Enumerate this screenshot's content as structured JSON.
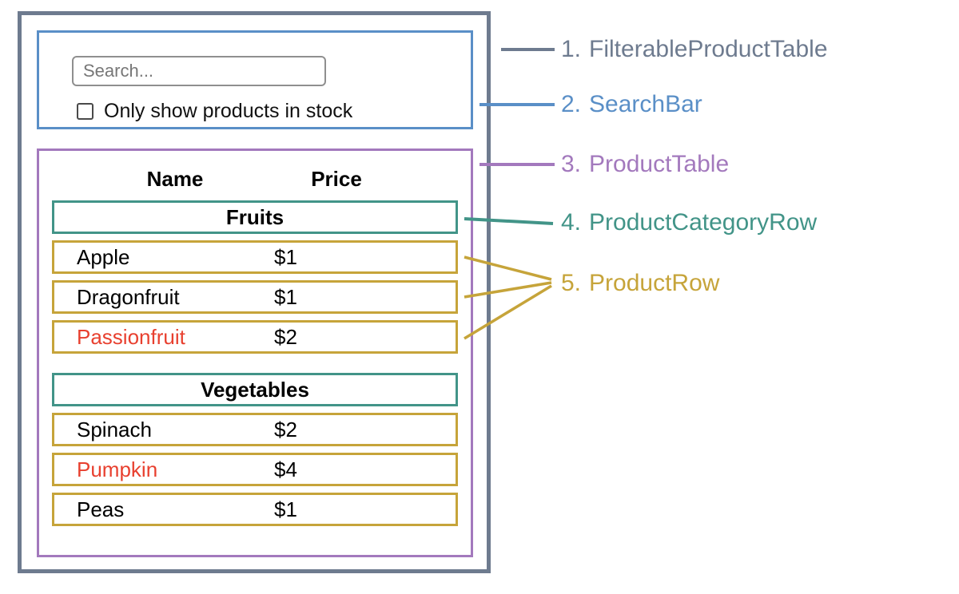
{
  "colors": {
    "filterable_product_table": "#6e7b8f",
    "search_bar": "#5a8fc7",
    "product_table": "#a379bd",
    "product_category_row": "#429488",
    "product_row": "#c6a43a",
    "out_of_stock": "#e8402f",
    "text": "#000000"
  },
  "search_bar": {
    "placeholder": "Search...",
    "checkbox_label": "Only show products in stock",
    "checkbox_checked": false
  },
  "table": {
    "headers": {
      "name": "Name",
      "price": "Price"
    },
    "categories": [
      {
        "label": "Fruits",
        "rows": [
          {
            "name": "Apple",
            "price": "$1",
            "stocked": true
          },
          {
            "name": "Dragonfruit",
            "price": "$1",
            "stocked": true
          },
          {
            "name": "Passionfruit",
            "price": "$2",
            "stocked": false
          }
        ]
      },
      {
        "label": "Vegetables",
        "rows": [
          {
            "name": "Spinach",
            "price": "$2",
            "stocked": true
          },
          {
            "name": "Pumpkin",
            "price": "$4",
            "stocked": false
          },
          {
            "name": "Peas",
            "price": "$1",
            "stocked": true
          }
        ]
      }
    ]
  },
  "annotations": [
    {
      "number": "1.",
      "name": "FilterableProductTable"
    },
    {
      "number": "2.",
      "name": "SearchBar"
    },
    {
      "number": "3.",
      "name": "ProductTable"
    },
    {
      "number": "4.",
      "name": "ProductCategoryRow"
    },
    {
      "number": "5.",
      "name": "ProductRow"
    }
  ]
}
